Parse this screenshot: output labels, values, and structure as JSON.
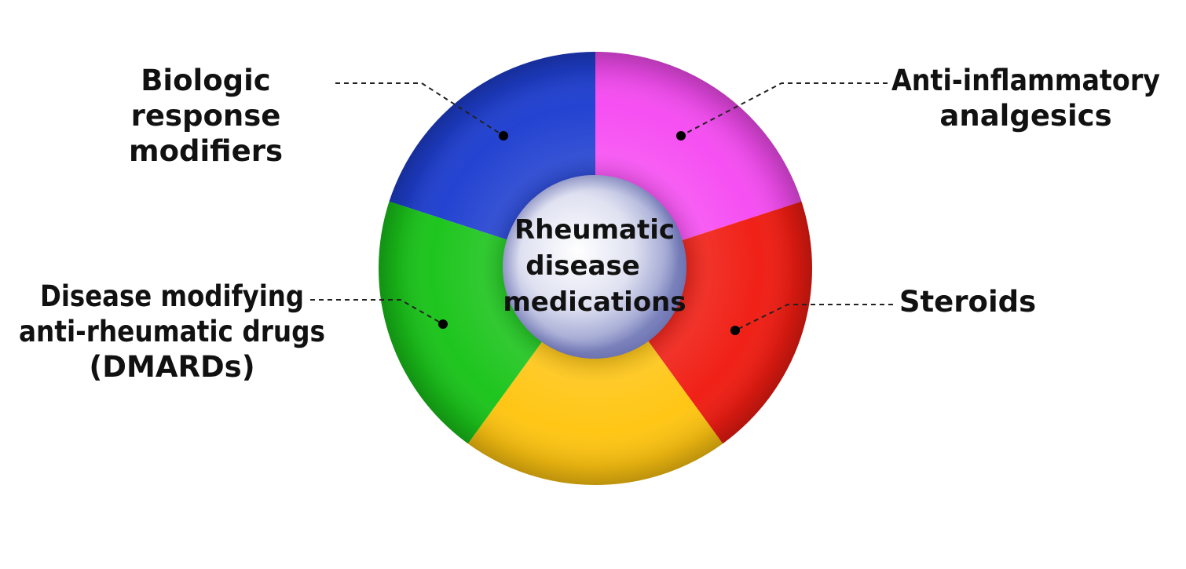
{
  "center": {
    "lines": [
      "Rheumatic",
      "disease",
      "medications"
    ],
    "color": "#c9cce6"
  },
  "segments": [
    {
      "id": "biologic",
      "color": "#1f3fd0",
      "label_lines": [
        "Biologic",
        "response",
        "modifiers"
      ]
    },
    {
      "id": "anti-inflammatory",
      "color": "#f64cf2",
      "label_lines": [
        "Anti-inflammatory",
        "analgesics"
      ]
    },
    {
      "id": "steroids",
      "color": "#f01c12",
      "label_lines": [
        "Steroids"
      ]
    },
    {
      "id": "unlabeled",
      "color": "#ffc511",
      "label_lines": []
    },
    {
      "id": "dmards",
      "color": "#1ac41a",
      "label_lines": [
        "Disease modifying",
        "anti-rheumatic drugs",
        "(DMARDs)"
      ]
    }
  ]
}
